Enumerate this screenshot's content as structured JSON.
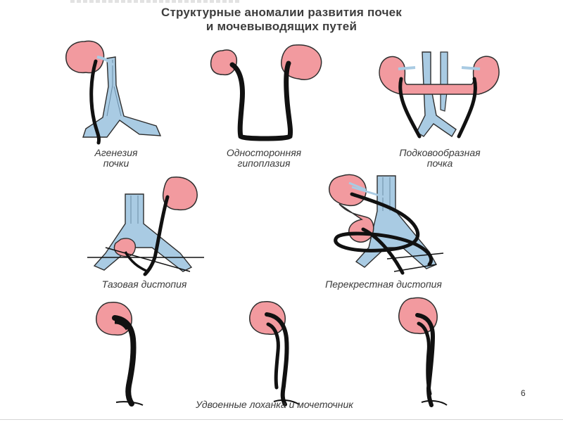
{
  "title": {
    "line1": "Структурные аномалии развития почек",
    "line2": "и мочевыводящих путей"
  },
  "captions": {
    "agenesis": {
      "line1": "Агенезия",
      "line2": "почки"
    },
    "hypoplasia": {
      "line1": "Односторонняя",
      "line2": "гипоплазия"
    },
    "horseshoe": {
      "line1": "Подковообразная",
      "line2": "почка"
    },
    "pelvic": "Тазовая дистопия",
    "crossed": "Перекрестная дистопия",
    "doubled": "Удвоенные лоханка и мочеточник"
  },
  "page_number": "6",
  "colors": {
    "kidney": "#f29a9f",
    "vessel": "#a9cbe3",
    "ureter": "#111111",
    "text": "#3a3a3a"
  }
}
